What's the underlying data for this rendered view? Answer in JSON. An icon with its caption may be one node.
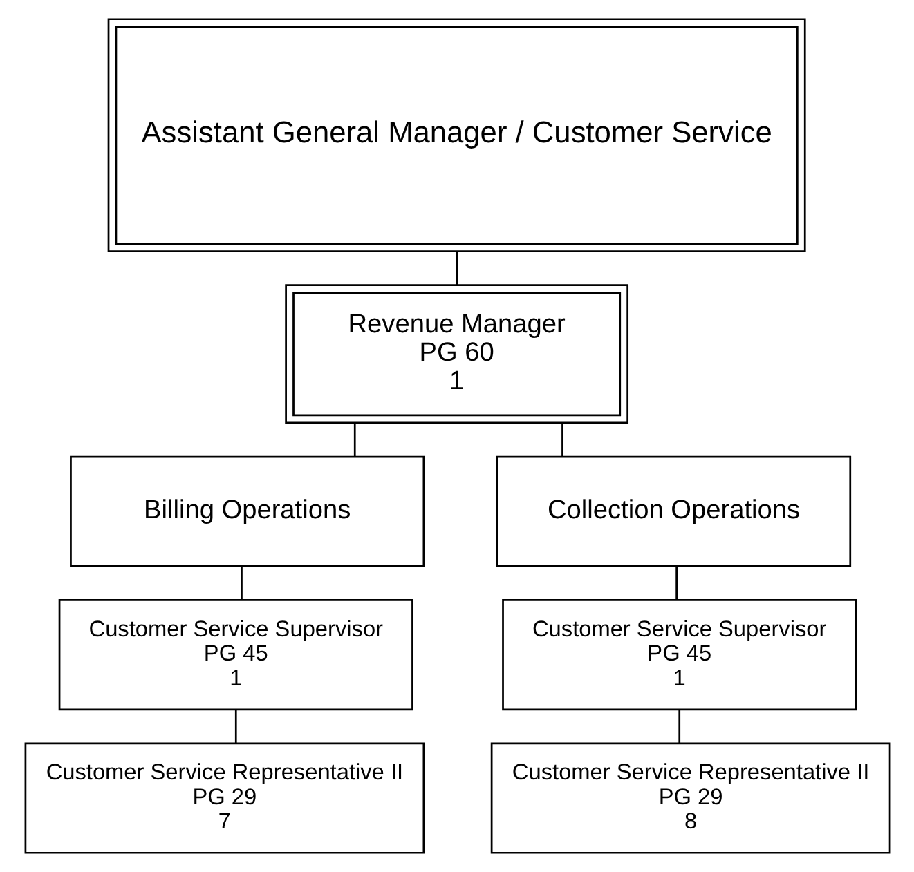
{
  "diagram": {
    "nodes": [
      {
        "text": [
          "Assistant General Manager / Customer Service"
        ]
      },
      {
        "text": [
          "Revenue Manager",
          "PG 60",
          "1"
        ]
      },
      {
        "text": [
          "Billing Operations"
        ]
      },
      {
        "text": [
          "Collection Operations"
        ]
      },
      {
        "text": [
          "Customer Service Supervisor",
          "PG 45",
          "1"
        ]
      },
      {
        "text": [
          "Customer Service Supervisor",
          "PG 45",
          "1"
        ]
      },
      {
        "text": [
          "Customer Service Representative II",
          "PG 29",
          "7"
        ]
      },
      {
        "text": [
          "Customer Service Representative II",
          "PG 29",
          "8"
        ]
      }
    ],
    "edges": [
      {
        "from": 0,
        "to": 1,
        "arrow": "none"
      },
      {
        "from": 1,
        "to": 2,
        "arrow": "none"
      },
      {
        "from": 1,
        "to": 3,
        "arrow": "none"
      },
      {
        "from": 2,
        "to": 4,
        "arrow": "none"
      },
      {
        "from": 4,
        "to": 6,
        "arrow": "none"
      },
      {
        "from": 3,
        "to": 5,
        "arrow": "none"
      },
      {
        "from": 5,
        "to": 7,
        "arrow": "none"
      }
    ]
  }
}
